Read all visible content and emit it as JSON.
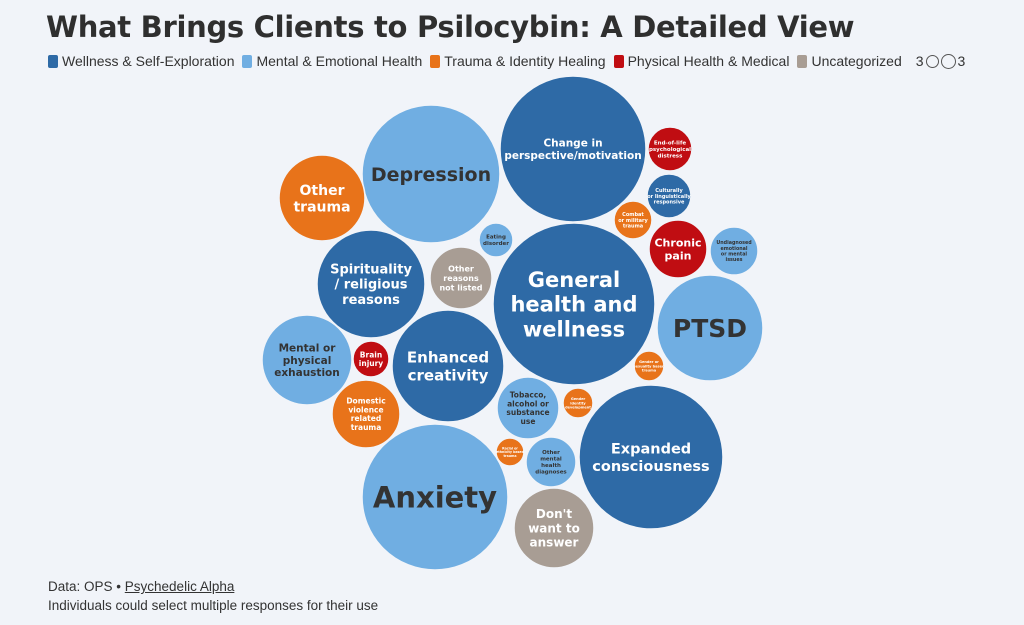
{
  "chart_data": {
    "type": "bubble",
    "title": "What Brings Clients to Psilocybin: A Detailed View",
    "legend": [
      {
        "name": "Wellness & Self-Exploration",
        "color": "#2e6aa6"
      },
      {
        "name": "Mental & Emotional Health",
        "color": "#70aee2"
      },
      {
        "name": "Trauma & Identity Healing",
        "color": "#e8731a"
      },
      {
        "name": "Physical Health & Medical",
        "color": "#c00d12"
      },
      {
        "name": "Uncategorized",
        "color": "#a89d94"
      }
    ],
    "size_key": {
      "left": "3",
      "right": "3"
    },
    "bubbles": [
      {
        "label": "General health and wellness",
        "category": "Wellness & Self-Exploration"
      },
      {
        "label": "Change in perspective/motivation",
        "category": "Wellness & Self-Exploration"
      },
      {
        "label": "Expanded consciousness",
        "category": "Wellness & Self-Exploration"
      },
      {
        "label": "Spirituality / religious reasons",
        "category": "Wellness & Self-Exploration"
      },
      {
        "label": "Enhanced creativity",
        "category": "Wellness & Self-Exploration"
      },
      {
        "label": "Culturally or linguistically responsive",
        "category": "Wellness & Self-Exploration"
      },
      {
        "label": "Depression",
        "category": "Mental & Emotional Health"
      },
      {
        "label": "Anxiety",
        "category": "Mental & Emotional Health"
      },
      {
        "label": "PTSD",
        "category": "Mental & Emotional Health"
      },
      {
        "label": "Mental or physical exhaustion",
        "category": "Mental & Emotional Health"
      },
      {
        "label": "Tobacco, alcohol or substance use",
        "category": "Mental & Emotional Health"
      },
      {
        "label": "Other mental health diagnoses",
        "category": "Mental & Emotional Health"
      },
      {
        "label": "Eating disorder",
        "category": "Mental & Emotional Health"
      },
      {
        "label": "Undiagnosed emotional or mental issues",
        "category": "Mental & Emotional Health"
      },
      {
        "label": "Other trauma",
        "category": "Trauma & Identity Healing"
      },
      {
        "label": "Domestic violence related trauma",
        "category": "Trauma & Identity Healing"
      },
      {
        "label": "Combat or military trauma",
        "category": "Trauma & Identity Healing"
      },
      {
        "label": "Gender or sexuality based trauma",
        "category": "Trauma & Identity Healing"
      },
      {
        "label": "Gender identity development",
        "category": "Trauma & Identity Healing"
      },
      {
        "label": "Racial or ethnicity based trauma",
        "category": "Trauma & Identity Healing"
      },
      {
        "label": "Chronic pain",
        "category": "Physical Health & Medical"
      },
      {
        "label": "End-of-life psychological distress",
        "category": "Physical Health & Medical"
      },
      {
        "label": "Brain injury",
        "category": "Physical Health & Medical"
      },
      {
        "label": "Other reasons not listed",
        "category": "Uncategorized"
      },
      {
        "label": "Don't want to answer",
        "category": "Uncategorized"
      }
    ]
  },
  "footer": {
    "source_prefix": "Data: OPS •",
    "source_link": "Psychedelic Alpha",
    "note": "Individuals could select multiple responses for their use"
  }
}
